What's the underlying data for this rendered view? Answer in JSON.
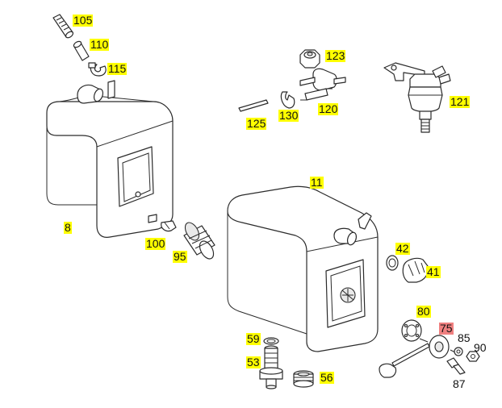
{
  "highlight_color": "#ffff00",
  "selected_color": "#f08080",
  "labels": [
    {
      "id": "105",
      "text": "105",
      "style": "hl"
    },
    {
      "id": "110",
      "text": "110",
      "style": "hl"
    },
    {
      "id": "115",
      "text": "115",
      "style": "hl"
    },
    {
      "id": "8",
      "text": "8",
      "style": "hl"
    },
    {
      "id": "100",
      "text": "100",
      "style": "hl"
    },
    {
      "id": "95",
      "text": "95",
      "style": "hl"
    },
    {
      "id": "123",
      "text": "123",
      "style": "hl"
    },
    {
      "id": "120",
      "text": "120",
      "style": "hl"
    },
    {
      "id": "130",
      "text": "130",
      "style": "hl"
    },
    {
      "id": "125",
      "text": "125",
      "style": "hl"
    },
    {
      "id": "121",
      "text": "121",
      "style": "hl"
    },
    {
      "id": "11",
      "text": "11",
      "style": "hl"
    },
    {
      "id": "42",
      "text": "42",
      "style": "hl"
    },
    {
      "id": "41",
      "text": "41",
      "style": "hl"
    },
    {
      "id": "80",
      "text": "80",
      "style": "hl"
    },
    {
      "id": "75",
      "text": "75",
      "style": "sel"
    },
    {
      "id": "85",
      "text": "85",
      "style": "plain"
    },
    {
      "id": "90",
      "text": "90",
      "style": "plain"
    },
    {
      "id": "87",
      "text": "87",
      "style": "plain"
    },
    {
      "id": "59",
      "text": "59",
      "style": "hl"
    },
    {
      "id": "53",
      "text": "53",
      "style": "hl"
    },
    {
      "id": "56",
      "text": "56",
      "style": "hl"
    }
  ]
}
